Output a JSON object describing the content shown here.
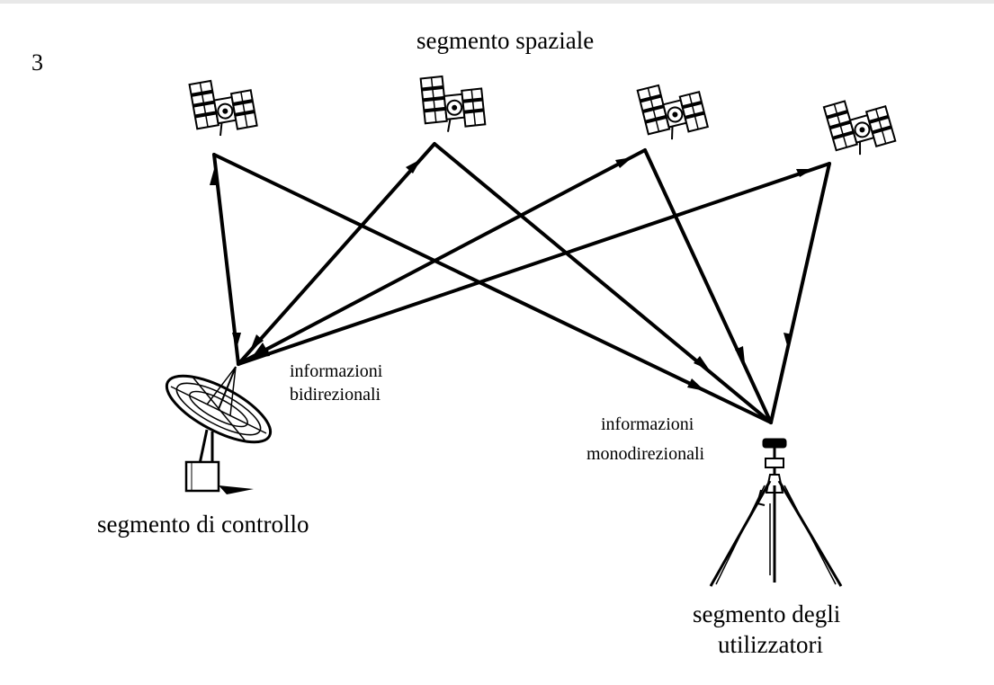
{
  "figure_number": "3",
  "labels": {
    "space_segment": "segmento spaziale",
    "control_segment": "segmento di controllo",
    "user_segment_line1": "segmento degli",
    "user_segment_line2": "utilizzatori",
    "bidirectional_line1": "informazioni",
    "bidirectional_line2": "bidirezionali",
    "monodirectional_line1": "informazioni",
    "monodirectional_line2": "monodirezionali"
  },
  "icons": {
    "satellite": "satellite-icon",
    "control_station": "satellite-dish-icon",
    "user_receiver": "tripod-receiver-icon"
  },
  "colors": {
    "line": "#000000",
    "background": "#ffffff"
  }
}
